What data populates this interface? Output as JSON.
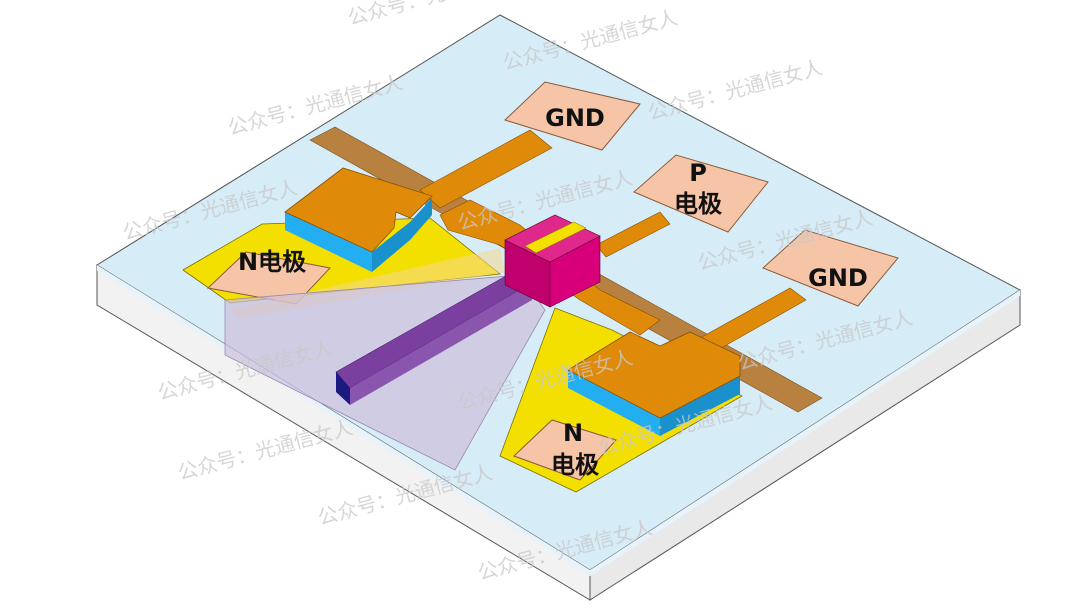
{
  "diagram": {
    "labels": {
      "gnd_top": "GND",
      "p_line1": "P",
      "p_line2": "电极",
      "gnd_right": "GND",
      "n_left": "N电极",
      "n_right_line1": "N",
      "n_right_line2": "电极"
    },
    "watermark": "公众号：光通信女人",
    "colors": {
      "substrate_top": "#d6ecf7",
      "substrate_side": "#f0f0f0",
      "metal": "#e08a0a",
      "pad": "#f6c4a6",
      "gold": "#f3e000",
      "blue": "#22aef0",
      "trace": "#b9813f",
      "magenta": "#d8007a",
      "waveguide": "#7b3fa0",
      "prism": "#cdbfdc"
    }
  }
}
